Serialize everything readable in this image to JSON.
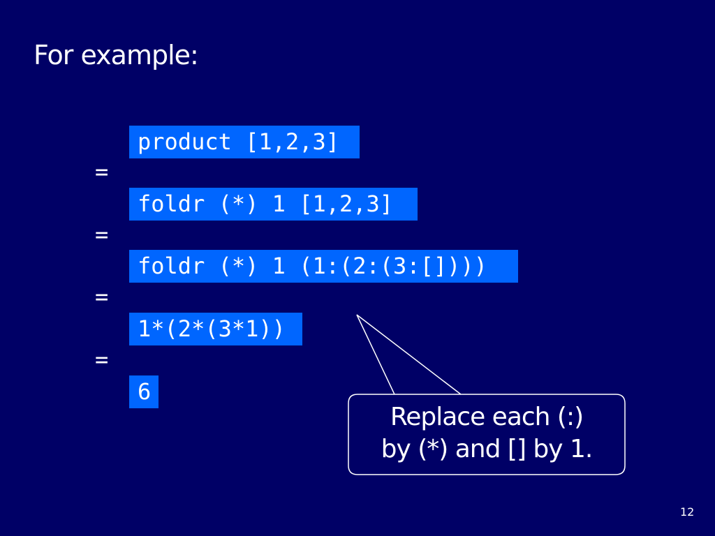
{
  "slide": {
    "title": "For example:",
    "steps": [
      "product [1,2,3]",
      "foldr (*) 1 [1,2,3]",
      "foldr (*) 1 (1:(2:(3:[])))",
      "1*(2*(3*1))",
      "6"
    ],
    "equals_sign": "=",
    "callout": {
      "line1": "Replace each (:)",
      "line2": "by (*) and [] by 1."
    },
    "page_number": "12"
  },
  "colors": {
    "background": "#000066",
    "code_highlight": "#0066ff",
    "text": "#ffffff"
  }
}
